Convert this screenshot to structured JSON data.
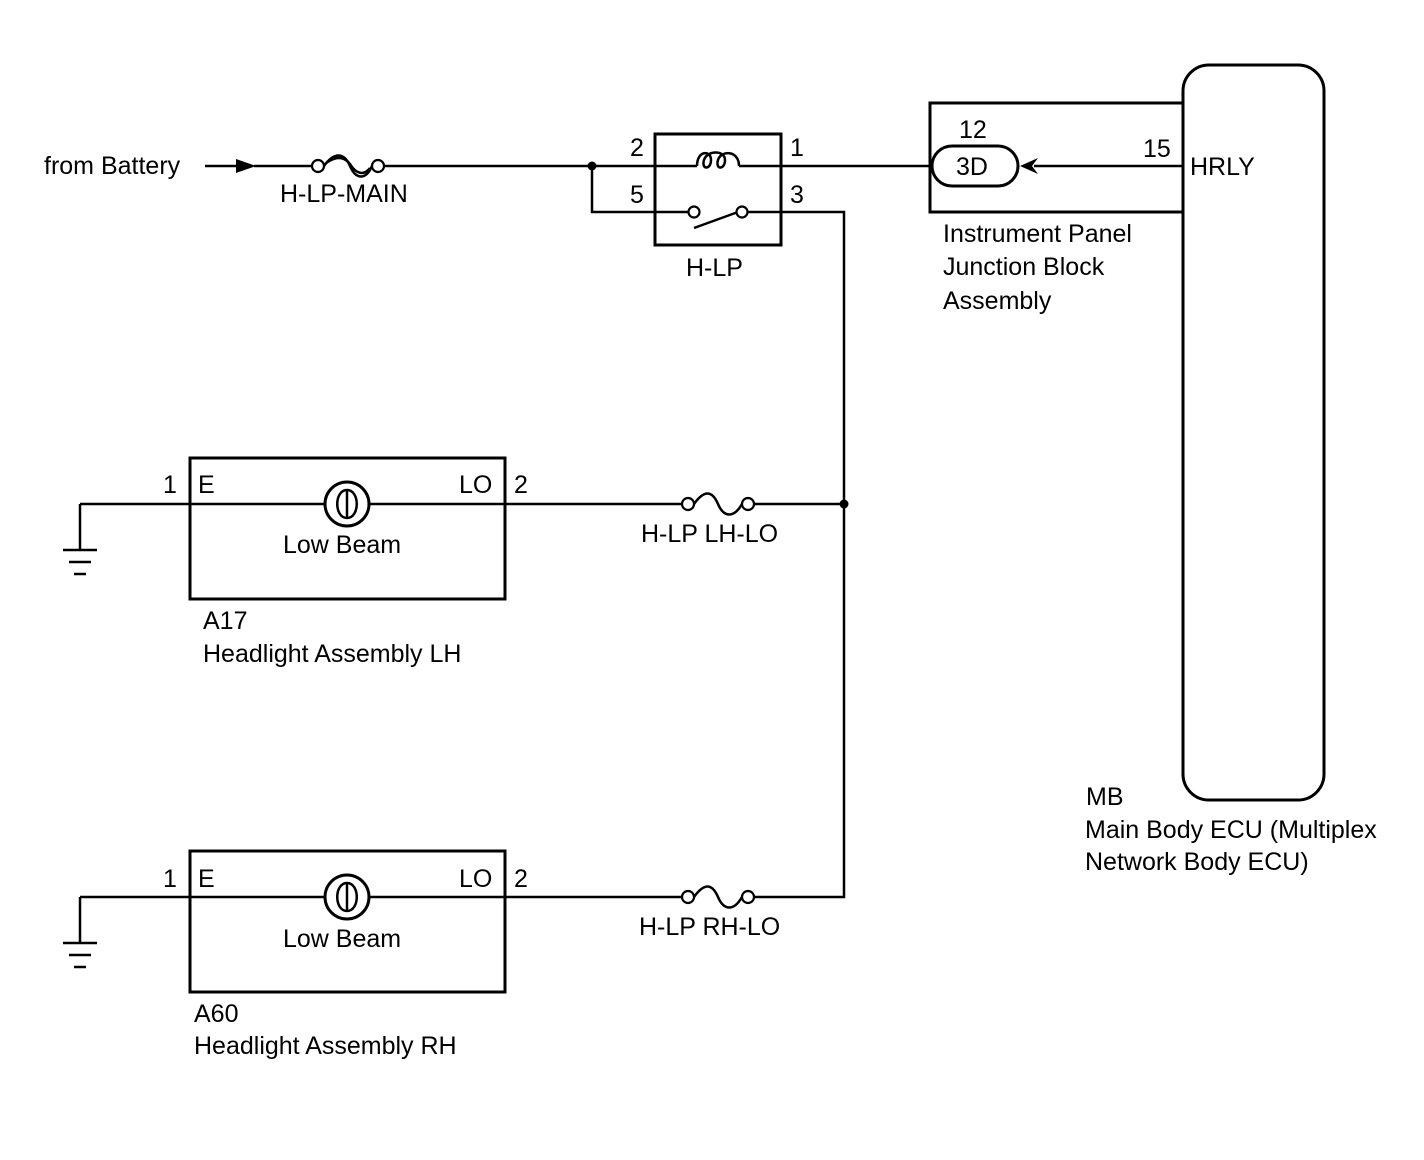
{
  "source": {
    "label": "from Battery"
  },
  "fuses": {
    "main": "H-LP-MAIN",
    "lh_lo": "H-LP LH-LO",
    "rh_lo": "H-LP RH-LO"
  },
  "relay": {
    "name": "H-LP",
    "pins": {
      "p1": "1",
      "p2": "2",
      "p3": "3",
      "p5": "5"
    }
  },
  "junction_block": {
    "name_lines": [
      "Instrument Panel",
      "Junction Block",
      "Assembly"
    ],
    "connector": "3D",
    "pin": "12"
  },
  "ecu": {
    "code": "MB",
    "name_lines": [
      "Main Body ECU (Multiplex",
      "Network Body ECU)"
    ],
    "pin": "15",
    "terminal": "HRLY"
  },
  "headlights": [
    {
      "code": "A17",
      "name": "Headlight Assembly LH",
      "bulb": "Low Beam",
      "pin_e": "1",
      "label_e": "E",
      "pin_lo": "2",
      "label_lo": "LO"
    },
    {
      "code": "A60",
      "name": "Headlight Assembly RH",
      "bulb": "Low Beam",
      "pin_e": "1",
      "label_e": "E",
      "pin_lo": "2",
      "label_lo": "LO"
    }
  ]
}
